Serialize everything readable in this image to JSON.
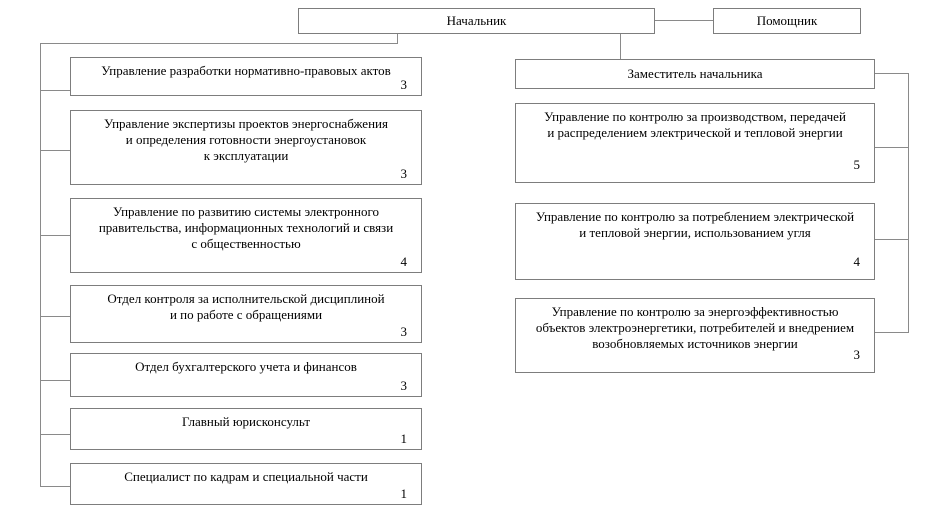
{
  "org": {
    "root": {
      "label": "Начальник"
    },
    "assistant": {
      "label": "Помощник"
    },
    "deputy": {
      "label": "Заместитель начальника"
    },
    "left_units": [
      {
        "label": "Управление разработки нормативно-правовых актов",
        "count": "3"
      },
      {
        "label": "Управление экспертизы проектов энергоснабжения\nи определения готовности энергоустановок\nк эксплуатации",
        "count": "3"
      },
      {
        "label": "Управление по развитию системы электронного\nправительства, информационных технологий и связи\nс общественностью",
        "count": "4"
      },
      {
        "label": "Отдел контроля за исполнительской дисциплиной\nи по работе с обращениями",
        "count": "3"
      },
      {
        "label": "Отдел бухгалтерского учета и финансов",
        "count": "3"
      },
      {
        "label": "Главный юрисконсульт",
        "count": "1"
      },
      {
        "label": "Специалист по кадрам и специальной части",
        "count": "1"
      }
    ],
    "right_units": [
      {
        "label": "Управление по контролю за производством, передачей\nи распределением электрической и тепловой энергии",
        "count": "5"
      },
      {
        "label": "Управление по контролю за потреблением электрической\nи тепловой энергии, использованием угля",
        "count": "4"
      },
      {
        "label": "Управление по контролю за энергоэффективностью\nобъектов электроэнергетики, потребителей и внедрением\nвозобновляемых источников энергии",
        "count": "3"
      }
    ]
  },
  "colors": {
    "line": "#8a8a8a",
    "border": "#7d7d7d",
    "text": "#000000",
    "background": "#ffffff"
  }
}
